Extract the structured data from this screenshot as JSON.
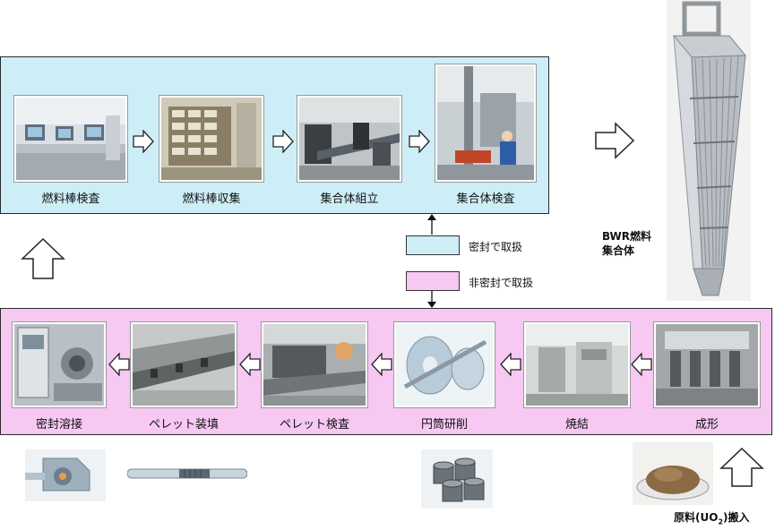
{
  "top_row": {
    "steps": [
      {
        "label": "燃料棒検査"
      },
      {
        "label": "燃料棒収集"
      },
      {
        "label": "集合体組立"
      },
      {
        "label": "集合体検査"
      }
    ]
  },
  "bottom_row": {
    "steps": [
      {
        "label": "密封溶接"
      },
      {
        "label": "ペレット装填"
      },
      {
        "label": "ペレット検査"
      },
      {
        "label": "円筒研削"
      },
      {
        "label": "焼結"
      },
      {
        "label": "成形"
      }
    ]
  },
  "legend": {
    "sealed": {
      "label": "密封で取扱",
      "color": "#cdeef6"
    },
    "unsealed": {
      "label": "非密封で取扱",
      "color": "#f6c8f2"
    }
  },
  "product": {
    "line1": "BWR燃料",
    "line2": "集合体"
  },
  "raw_material": {
    "prefix": "原料(UO",
    "subscript": "2",
    "suffix": ")搬入"
  }
}
